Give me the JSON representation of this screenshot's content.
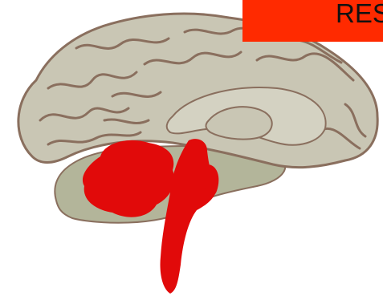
{
  "banner": {
    "text": "RES",
    "background": "#ff2a00",
    "text_color": "#111111"
  },
  "diagram": {
    "subject": "brain-midsagittal-section",
    "colors": {
      "cortex": "#c9c6b4",
      "cortex_outline": "#8a6f5e",
      "cerebellum_region": "#b3b59a",
      "highlight": "#e10a0a",
      "inner_structure": "#d4d2c2"
    },
    "highlighted_structures": [
      "cerebellum-highlight",
      "brainstem-highlight"
    ]
  }
}
